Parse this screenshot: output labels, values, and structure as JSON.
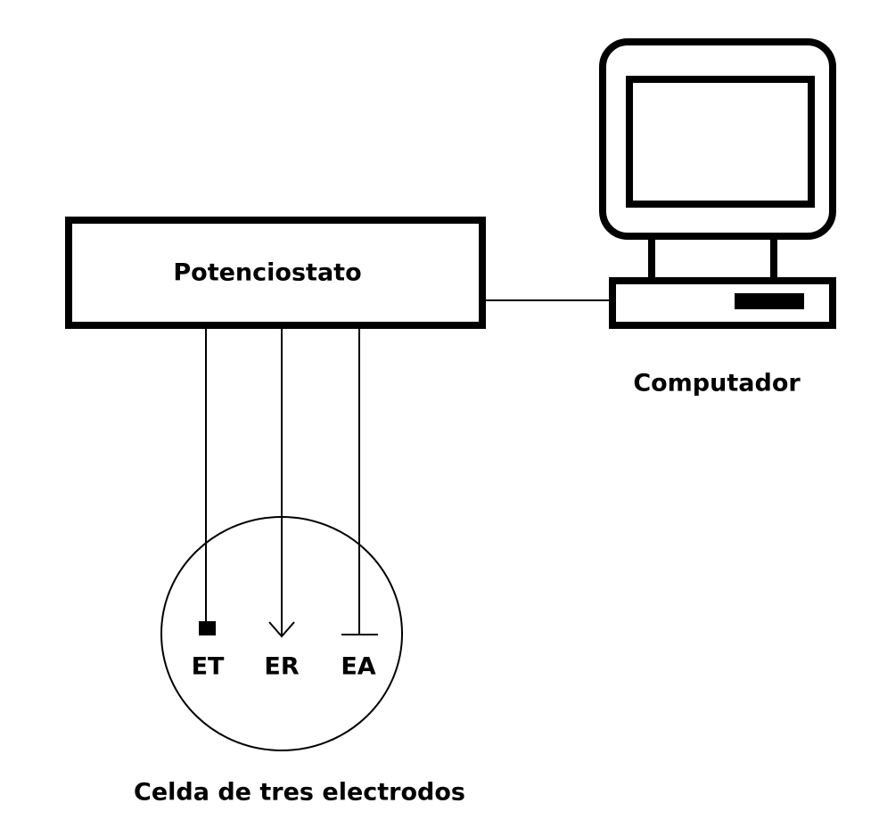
{
  "potentiostat": {
    "label": "Potenciostato"
  },
  "computer": {
    "label": "Computador"
  },
  "cell": {
    "label": "Celda de tres electrodos",
    "electrodes": [
      {
        "label": "ET",
        "symbol": "filled-square"
      },
      {
        "label": "ER",
        "symbol": "arrow"
      },
      {
        "label": "EA",
        "symbol": "t-bar"
      }
    ]
  },
  "colors": {
    "stroke": "#000000",
    "background": "#ffffff"
  }
}
